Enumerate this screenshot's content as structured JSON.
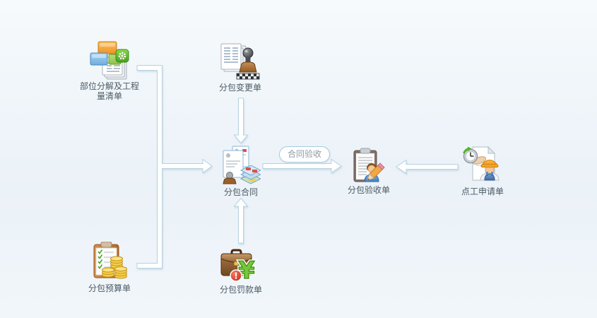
{
  "panel": {
    "description": "subcontract management flow diagram"
  },
  "colors": {
    "background_top": "#f6fafc",
    "background_mid": "#ebf2f8",
    "connector_fill": "#ffffff",
    "connector_border": "#b7d1e0",
    "label_text": "#4c5a64",
    "pill_text": "#8e9aa3",
    "pill_border": "#a6cbdf"
  },
  "edge_pill": {
    "label": "合同验收"
  },
  "nodes": [
    {
      "id": "boq",
      "label": "部位分解及工程量清单",
      "icon": "building-blocks-gear-documents-icon"
    },
    {
      "id": "change",
      "label": "分包变更单",
      "icon": "stamp-documents-icon"
    },
    {
      "id": "contract",
      "label": "分包合同",
      "icon": "contract-stamp-layers-icon"
    },
    {
      "id": "acceptance",
      "label": "分包验收单",
      "icon": "clipboard-person-pencil-icon"
    },
    {
      "id": "daywork",
      "label": "点工申请单",
      "icon": "document-clock-worker-icon"
    },
    {
      "id": "budget",
      "label": "分包预算单",
      "icon": "clipboard-checklist-coins-icon"
    },
    {
      "id": "penalty",
      "label": "分包罚款单",
      "icon": "briefcase-yuan-alert-icon"
    }
  ]
}
